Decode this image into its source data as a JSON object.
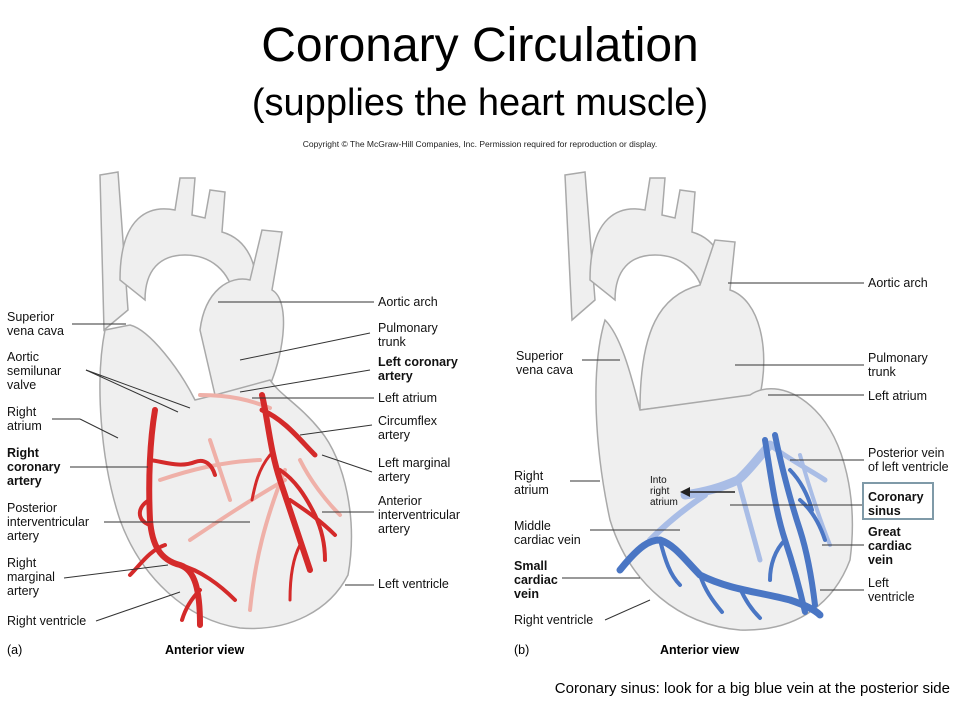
{
  "title": "Coronary Circulation",
  "subtitle": "(supplies the heart muscle)",
  "copyright": "Copyright © The McGraw-Hill Companies, Inc. Permission required for reproduction or display.",
  "caption": "Coronary sinus: look for a big blue vein at the posterior side",
  "colors": {
    "artery": "#d42a2a",
    "artery_light": "#efb0a8",
    "vein": "#4a76c4",
    "vein_light": "#a9bde6",
    "heart": "#efefef",
    "outline": "#a9a9a9"
  },
  "panel_a": {
    "letter": "(a)",
    "view": "Anterior view",
    "labels": {
      "superior_vena_cava": [
        "Superior",
        "vena cava"
      ],
      "aortic_semilunar_valve": [
        "Aortic",
        "semilunar",
        "valve"
      ],
      "right_atrium": [
        "Right",
        "atrium"
      ],
      "right_coronary_artery": [
        "Right",
        "coronary",
        "artery"
      ],
      "posterior_interventricular_artery": [
        "Posterior",
        "interventricular",
        "artery"
      ],
      "right_marginal_artery": [
        "Right",
        "marginal",
        "artery"
      ],
      "right_ventricle": [
        "Right ventricle"
      ],
      "aortic_arch": [
        "Aortic arch"
      ],
      "pulmonary_trunk": [
        "Pulmonary",
        "trunk"
      ],
      "left_coronary_artery": [
        "Left coronary",
        "artery"
      ],
      "left_atrium": [
        "Left atrium"
      ],
      "circumflex_artery": [
        "Circumflex",
        "artery"
      ],
      "left_marginal_artery": [
        "Left marginal",
        "artery"
      ],
      "anterior_interventricular_artery": [
        "Anterior",
        "interventricular",
        "artery"
      ],
      "left_ventricle": [
        "Left ventricle"
      ]
    }
  },
  "panel_b": {
    "letter": "(b)",
    "view": "Anterior view",
    "labels": {
      "superior_vena_cava": [
        "Superior",
        "vena cava"
      ],
      "right_atrium": [
        "Right",
        "atrium"
      ],
      "into_right_atrium": [
        "Into",
        "right",
        "atrium"
      ],
      "middle_cardiac_vein": [
        "Middle",
        "cardiac vein"
      ],
      "small_cardiac_vein": [
        "Small",
        "cardiac",
        "vein"
      ],
      "right_ventricle": [
        "Right ventricle"
      ],
      "aortic_arch": [
        "Aortic arch"
      ],
      "pulmonary_trunk": [
        "Pulmonary",
        "trunk"
      ],
      "left_atrium": [
        "Left atrium"
      ],
      "posterior_vein_of_left_ventricle": [
        "Posterior vein",
        "of left ventricle"
      ],
      "coronary_sinus": [
        "Coronary",
        "sinus"
      ],
      "great_cardiac_vein": [
        "Great",
        "cardiac",
        "vein"
      ],
      "left_ventricle": [
        "Left",
        "ventricle"
      ]
    }
  }
}
